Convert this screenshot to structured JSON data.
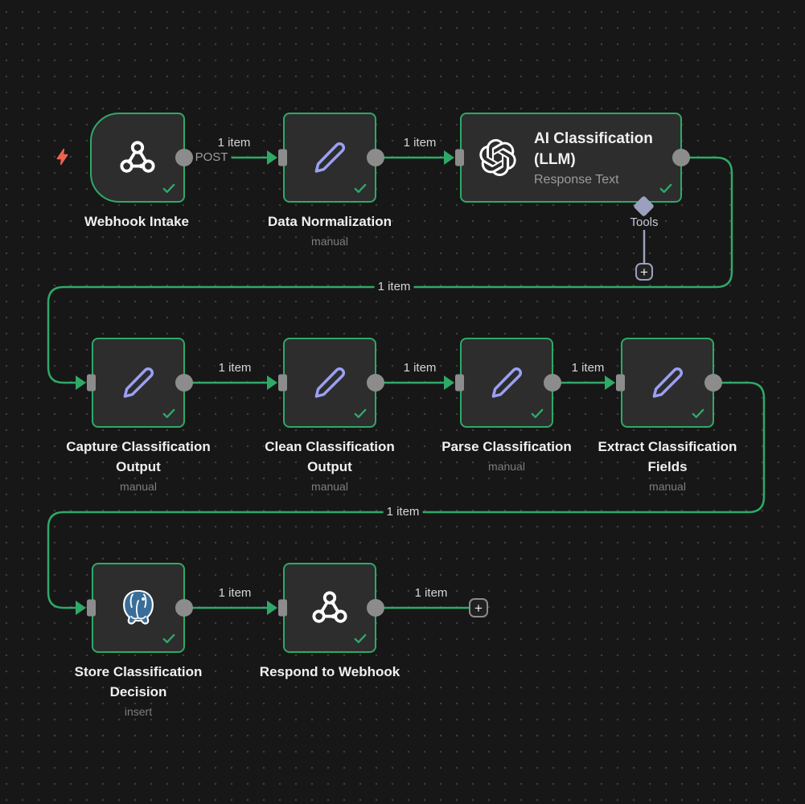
{
  "app": "n8n-workflow-canvas",
  "colors": {
    "canvas_bg": "#171717",
    "node_bg": "#2d2d2d",
    "green": "#2fa968",
    "lavender": "#9ba0f2",
    "tools": "#9aa0bd",
    "endpoint": "#8c8c8c",
    "bolt": "#ec6350",
    "label": "#f0f0f0",
    "sublabel": "#7e7e7e",
    "conn_label": "#d6d6d6",
    "postgres_blue": "#3a6e99",
    "icon_white": "#ffffff"
  },
  "workflow": {
    "nodes": [
      {
        "id": "webhook-intake",
        "label": "Webhook Intake",
        "icon": "webhook-icon",
        "trigger": true,
        "status": "success"
      },
      {
        "id": "data-normalization",
        "label": "Data Normalization",
        "sublabel": "manual",
        "icon": "pen-icon",
        "status": "success"
      },
      {
        "id": "ai-classification",
        "label": "AI Classification (LLM)",
        "sublabel": "Response Text",
        "icon": "openai-icon",
        "status": "success",
        "tools_label": "Tools",
        "tools_add_label": "+"
      },
      {
        "id": "capture-classification-output",
        "label": "Capture Classification Output",
        "sublabel": "manual",
        "icon": "pen-icon",
        "status": "success"
      },
      {
        "id": "clean-classification-output",
        "label": "Clean Classification Output",
        "sublabel": "manual",
        "icon": "pen-icon",
        "status": "success"
      },
      {
        "id": "parse-classification",
        "label": "Parse Classification",
        "sublabel": "manual",
        "icon": "pen-icon",
        "status": "success"
      },
      {
        "id": "extract-classification-fields",
        "label": "Extract Classification Fields",
        "sublabel": "manual",
        "icon": "pen-icon",
        "status": "success"
      },
      {
        "id": "store-classification-decision",
        "label": "Store Classification Decision",
        "sublabel": "insert",
        "icon": "postgres-icon",
        "status": "success"
      },
      {
        "id": "respond-to-webhook",
        "label": "Respond to Webhook",
        "icon": "webhook-icon",
        "status": "success"
      }
    ],
    "connections": [
      {
        "from": "webhook-intake",
        "to": "data-normalization",
        "label": "1 item",
        "output_label": "POST"
      },
      {
        "from": "data-normalization",
        "to": "ai-classification",
        "label": "1 item"
      },
      {
        "from": "ai-classification",
        "to": "capture-classification-output",
        "label": "1 item"
      },
      {
        "from": "capture-classification-output",
        "to": "clean-classification-output",
        "label": "1 item"
      },
      {
        "from": "clean-classification-output",
        "to": "parse-classification",
        "label": "1 item"
      },
      {
        "from": "parse-classification",
        "to": "extract-classification-fields",
        "label": "1 item"
      },
      {
        "from": "extract-classification-fields",
        "to": "store-classification-decision",
        "label": "1 item"
      },
      {
        "from": "store-classification-decision",
        "to": "respond-to-webhook",
        "label": "1 item"
      },
      {
        "from": "respond-to-webhook",
        "to": "(add node)",
        "label": "1 item"
      }
    ],
    "add_node_label": "+"
  }
}
